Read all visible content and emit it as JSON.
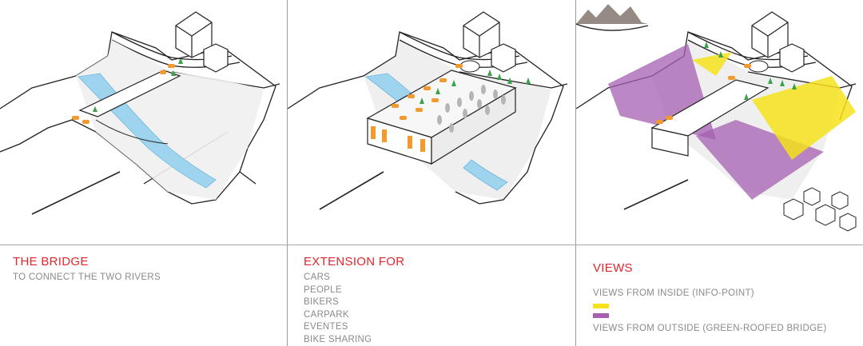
{
  "panels": [
    {
      "title": "THE BRIDGE",
      "subtitle": "TO CONNECT THE TWO RIVERS"
    },
    {
      "title": "EXTENSION FOR",
      "items": [
        "CARS",
        "PEOPLE",
        "BIKERS",
        "CARPARK",
        "EVENTES",
        "BIKE SHARING"
      ]
    },
    {
      "title": "VIEWS",
      "legend": [
        {
          "label": "VIEWS FROM INSIDE (INFO-POINT)",
          "color": "#f5e21b"
        },
        {
          "label": "VIEWS FROM OUTSIDE (GREEN-ROOFED BRIDGE)",
          "color": "#a45fb0"
        }
      ]
    }
  ],
  "colors": {
    "title_red": "#e3262b",
    "text_gray": "#8a8a8a",
    "river_blue": "#9fd4ee",
    "car_orange": "#f29a2e",
    "tree_green": "#3aa24a",
    "view_yellow": "#f5e21b",
    "view_purple": "#a45fb0"
  }
}
